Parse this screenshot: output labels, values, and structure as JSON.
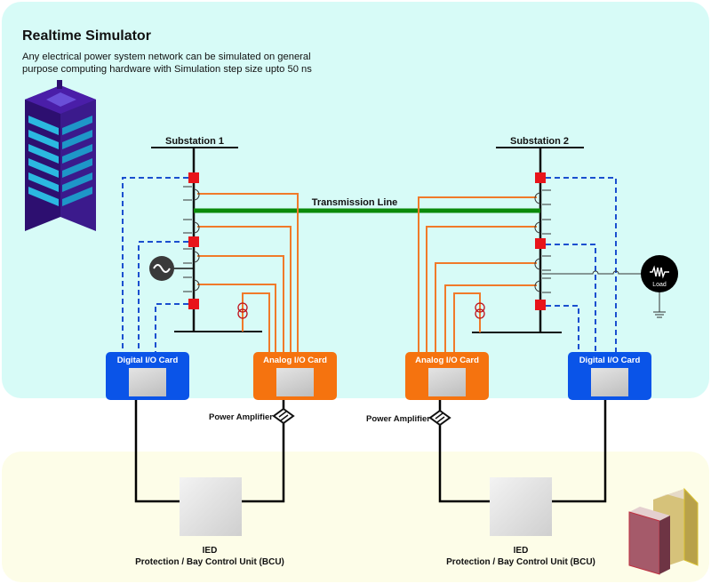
{
  "header": {
    "title": "Realtime Simulator",
    "description": "Any electrical power system network can be simulated on general purpose computing hardware with Simulation step size upto 50 ns"
  },
  "substations": [
    {
      "label": "Substation 1"
    },
    {
      "label": "Substation 2"
    }
  ],
  "transmission_line": {
    "label": "Transmission Line",
    "color": "#0a8a0a"
  },
  "load": {
    "label": "Load"
  },
  "cards": {
    "digital_left": {
      "label": "Digital I/O Card"
    },
    "analog_left": {
      "label": "Analog I/O Card"
    },
    "analog_right": {
      "label": "Analog I/O Card"
    },
    "digital_right": {
      "label": "Digital I/O Card"
    }
  },
  "amplifiers": [
    {
      "label": "Power Amplifier"
    },
    {
      "label": "Power Amplifier"
    }
  ],
  "ieds": [
    {
      "title": "IED",
      "subtitle": "Protection / Bay Control Unit (BCU)"
    },
    {
      "title": "IED",
      "subtitle": "Protection / Bay Control Unit (BCU)"
    }
  ],
  "colors": {
    "simulator_panel": "#d7fbf7",
    "hardware_panel": "#fdfde8",
    "breaker": "#e8141a",
    "analog_wire": "#f07a2a",
    "digital_wire": "#1a4fcf",
    "digital_card": "#0a54e8",
    "analog_card": "#f5730f"
  },
  "icons": {
    "simulator": "server-rack-icon",
    "generator": "ac-source-icon",
    "voltage_transformer": "voltage-transformer-icon",
    "load": "resistor-load-icon",
    "ground": "ground-icon",
    "amplifier": "power-amplifier-icon",
    "hardware_racks": "server-cabinet-icon"
  }
}
